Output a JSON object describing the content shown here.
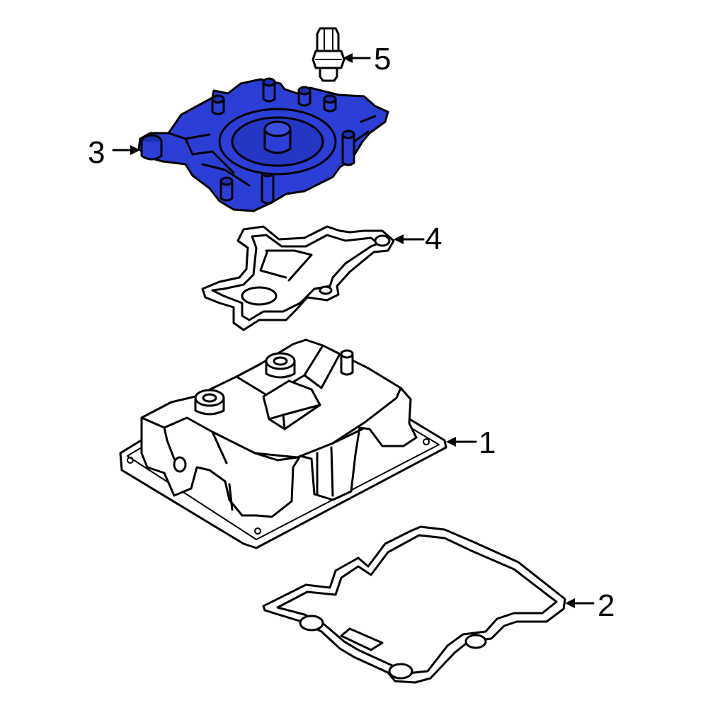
{
  "diagram": {
    "highlight_color": "#2b3fd6",
    "parts": [
      {
        "id": "part-1",
        "callout": "1",
        "description_icon": "oil-pan-icon"
      },
      {
        "id": "part-2",
        "callout": "2",
        "description_icon": "pan-gasket-icon"
      },
      {
        "id": "part-3",
        "callout": "3",
        "description_icon": "oil-pan-cover-icon",
        "highlighted": true
      },
      {
        "id": "part-4",
        "callout": "4",
        "description_icon": "cover-gasket-icon"
      },
      {
        "id": "part-5",
        "callout": "5",
        "description_icon": "oil-level-sensor-icon"
      }
    ]
  }
}
